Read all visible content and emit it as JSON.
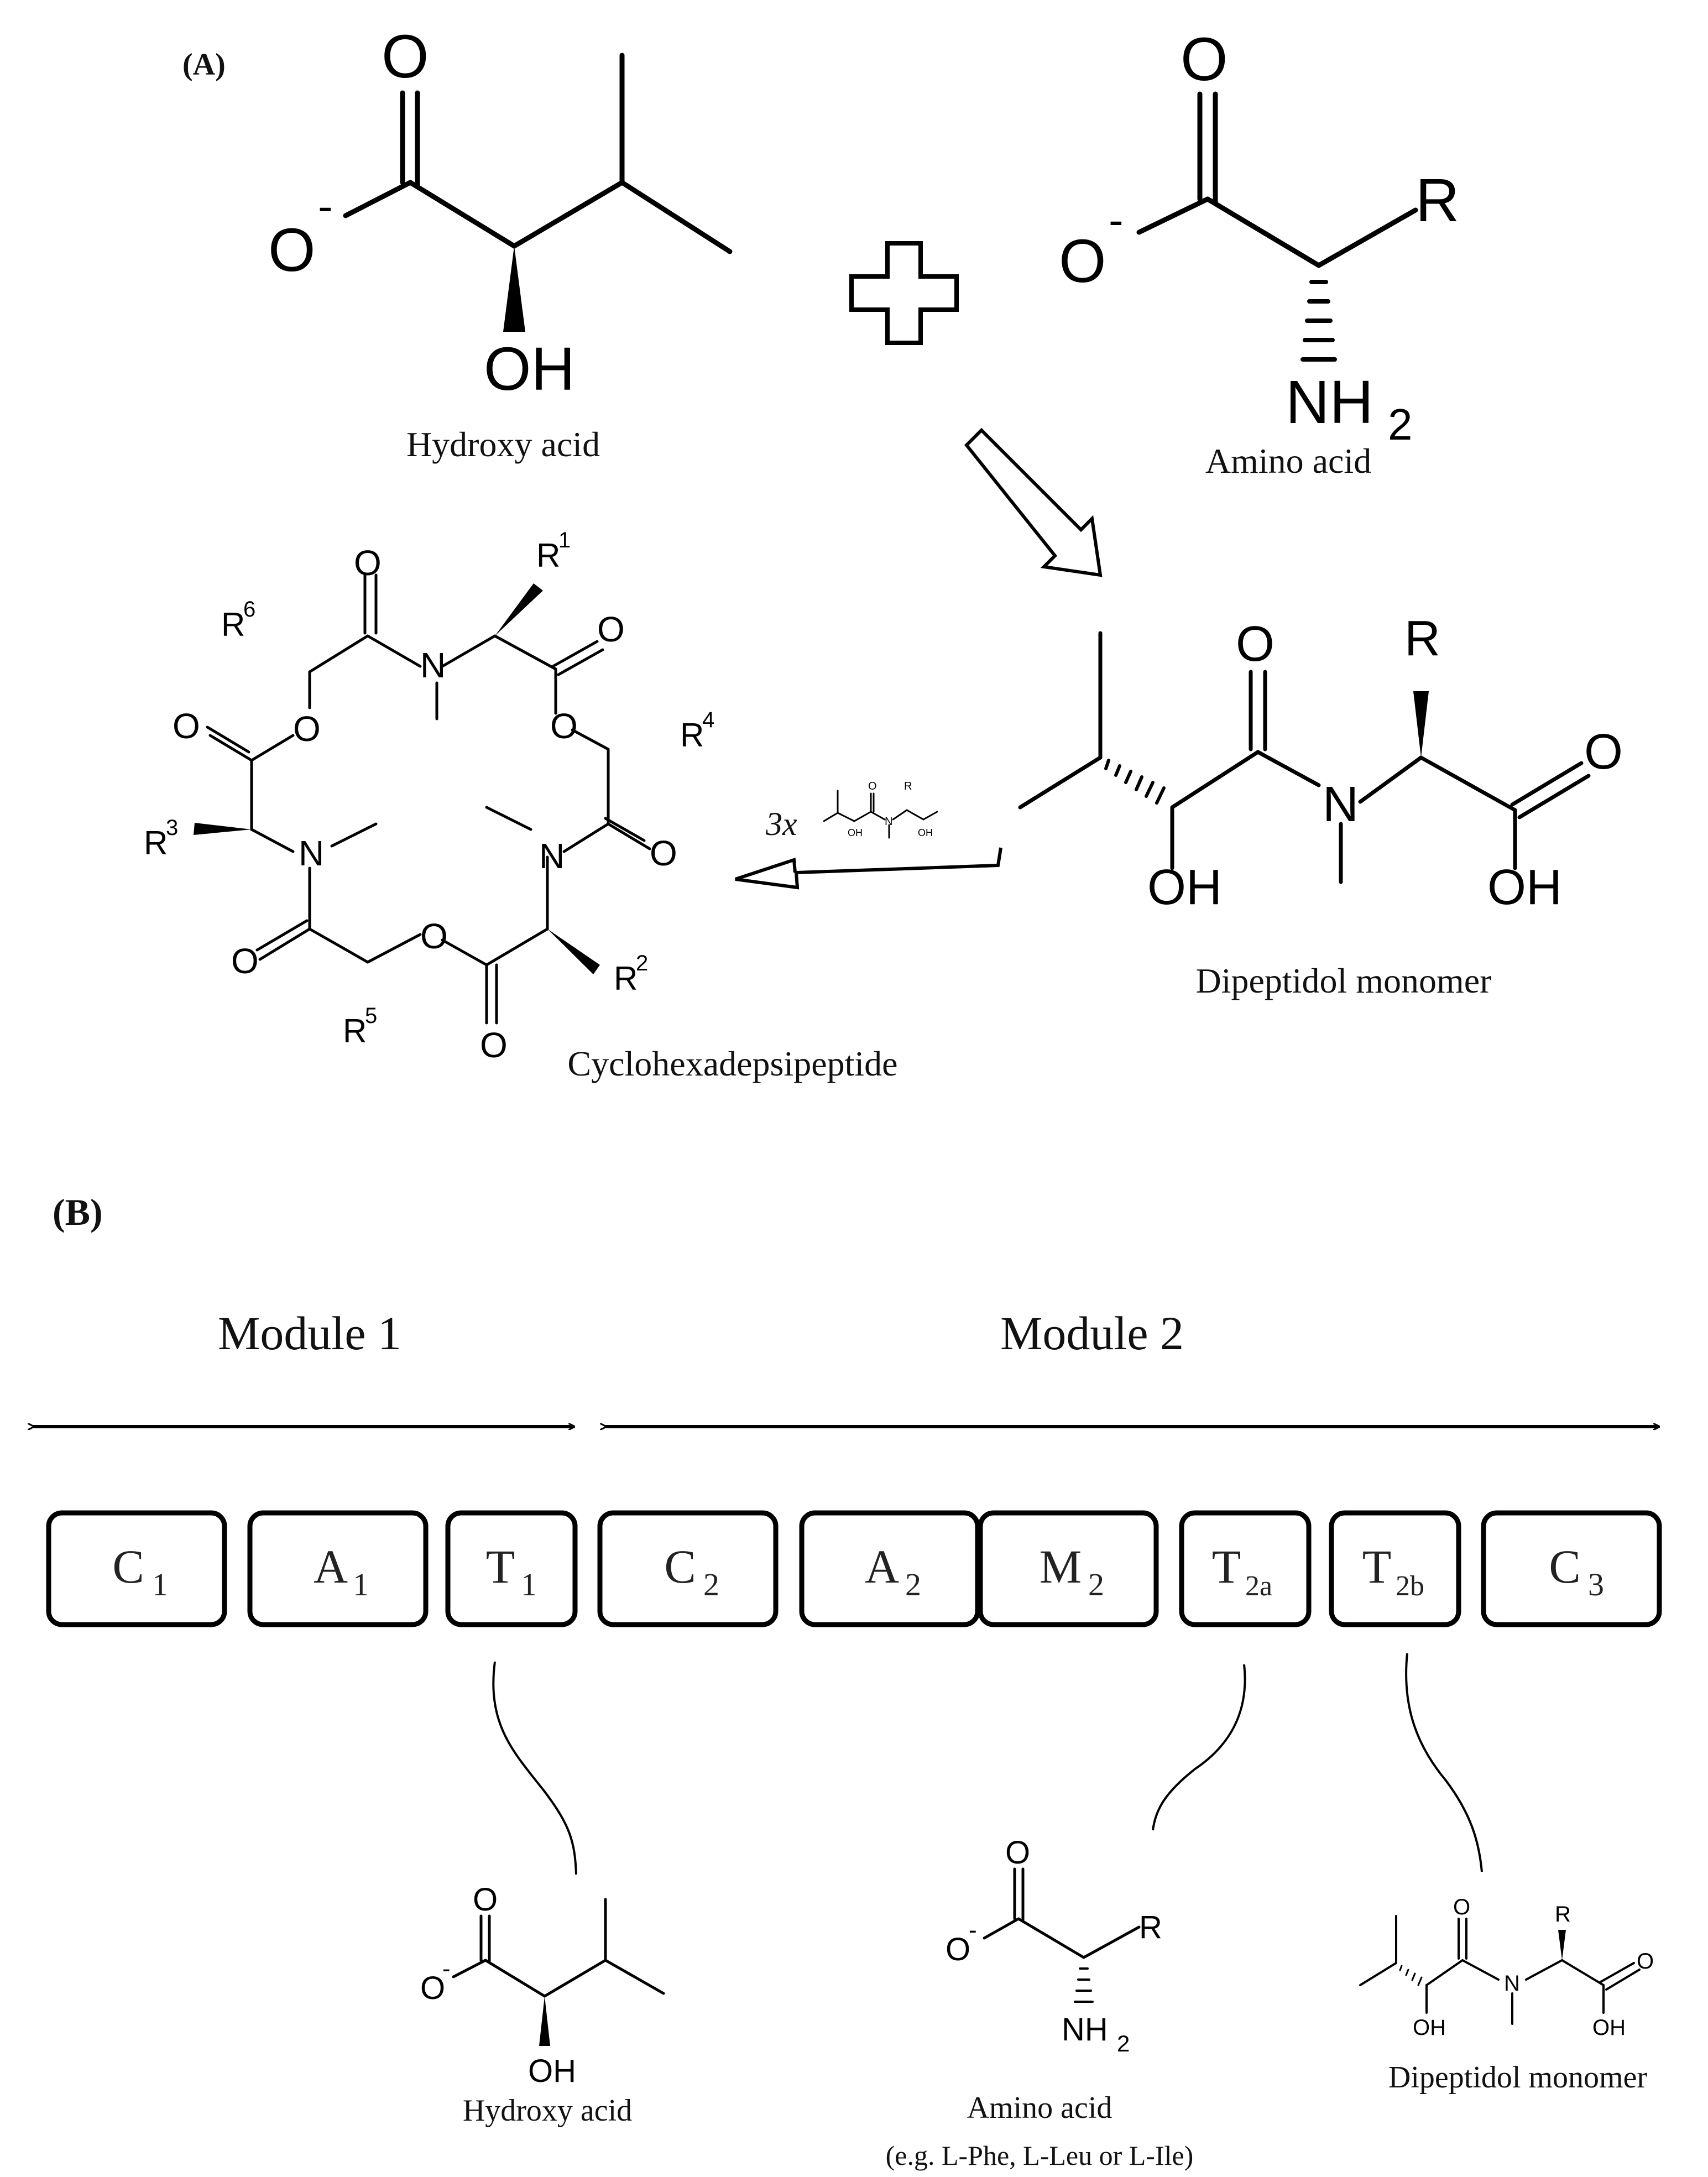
{
  "panel_a": {
    "label": "(A)",
    "hydroxy_acid_caption": "Hydroxy acid",
    "amino_acid_caption": "Amino acid",
    "dipeptidol_caption": "Dipeptidol monomer",
    "cyclo_caption": "Cyclohexadepsipeptide",
    "multiplier": "3x",
    "atoms": {
      "O": "O",
      "OH": "OH",
      "N": "N",
      "NH": "NH",
      "sub2": "2",
      "minus": "-",
      "R": "R",
      "r_sub": [
        "1",
        "2",
        "3",
        "4",
        "5",
        "6"
      ]
    }
  },
  "panel_b": {
    "label": "(B)",
    "module1": "Module 1",
    "module2": "Module 2",
    "domains": [
      {
        "main": "C",
        "sub": "1"
      },
      {
        "main": "A",
        "sub": "1"
      },
      {
        "main": "T",
        "sub": "1"
      },
      {
        "main": "C",
        "sub": "2"
      },
      {
        "main": "A",
        "sub": "2"
      },
      {
        "main": "M",
        "sub": "2"
      },
      {
        "main": "T",
        "sub": "2a"
      },
      {
        "main": "T",
        "sub": "2b"
      },
      {
        "main": "C",
        "sub": "3"
      }
    ],
    "hydroxy_acid_caption": "Hydroxy acid",
    "amino_acid_caption": "Amino acid",
    "amino_acid_example": "(e.g. L-Phe, L-Leu or L-Ile)",
    "dipeptidol_caption": "Dipeptidol monomer"
  }
}
